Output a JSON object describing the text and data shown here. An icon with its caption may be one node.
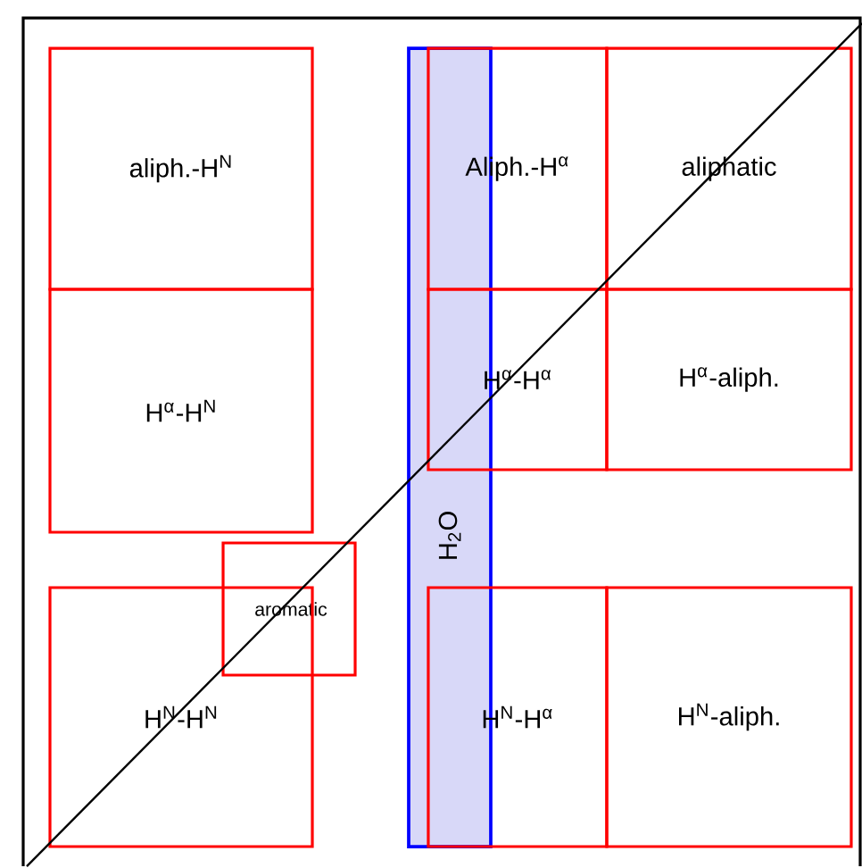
{
  "diagram": {
    "nodes": [
      {
        "text": [
          "aliph.-H$^{N}$"
        ]
      },
      {
        "text": [
          "Aliph.-H$^{α}$"
        ]
      },
      {
        "text": [
          "aliphatic"
        ]
      },
      {
        "text": [
          "H$^{α}$-H$^{N}$"
        ]
      },
      {
        "text": [
          "H$^{α}$-H$^{α}$"
        ]
      },
      {
        "text": [
          "H$^{α}$-aliph."
        ]
      },
      {
        "text": [
          "H$_{2}$O"
        ]
      },
      {
        "text": [
          "aromatic"
        ]
      },
      {
        "text": [
          "H$^{N}$-H$^{N}$"
        ]
      },
      {
        "text": [
          "H$^{N}$-H$^{α}$"
        ]
      },
      {
        "text": [
          "H$^{N}$-aliph."
        ]
      }
    ]
  }
}
